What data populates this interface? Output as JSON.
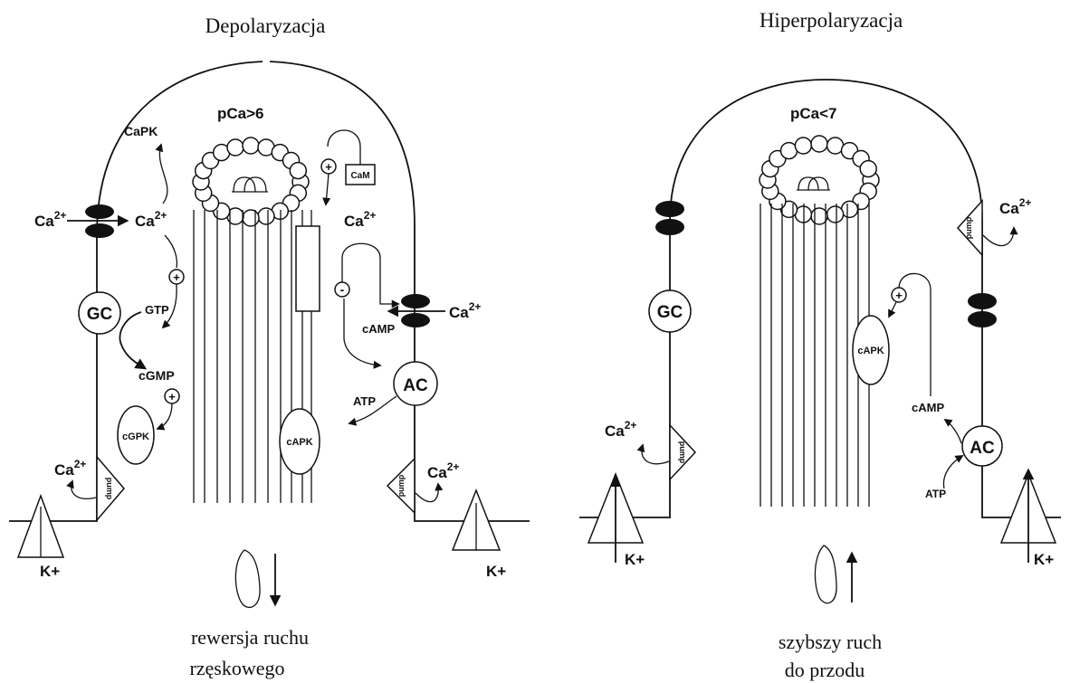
{
  "left": {
    "title": "Depolaryzacja",
    "pca": "pCa>6",
    "ca_out_left": "Ca",
    "ca_in_left": "Ca",
    "capk": "CaPK",
    "gc": "GC",
    "gtp": "GTP",
    "cgmp": "cGMP",
    "cgpk": "cGPK",
    "ca_pump_left": "Ca",
    "k_left": "K+",
    "cam": "CaM",
    "ca_cam": "Ca",
    "ca_channel_right": "Ca",
    "camp": "cAMP",
    "ac": "AC",
    "atp": "ATP",
    "capk_cell": "cAPK",
    "ca_pump_right": "Ca",
    "pump": "pump",
    "k_right": "K+",
    "plus": "+",
    "minus": "-",
    "caption_line1": "rewersja ruchu",
    "caption_line2": "rzęskowego"
  },
  "right": {
    "title": "Hiperpolaryzacja",
    "pca": "pCa<7",
    "gc": "GC",
    "ca_pump_top": "Ca",
    "capk_cell": "cAPK",
    "camp": "cAMP",
    "ac": "AC",
    "atp": "ATP",
    "ca_pump_bottom": "Ca",
    "pump": "pump",
    "k_left": "K+",
    "k_right": "K+",
    "plus": "+",
    "caption_line1": "szybszy ruch",
    "caption_line2": "do przodu"
  },
  "superscript": "2+"
}
